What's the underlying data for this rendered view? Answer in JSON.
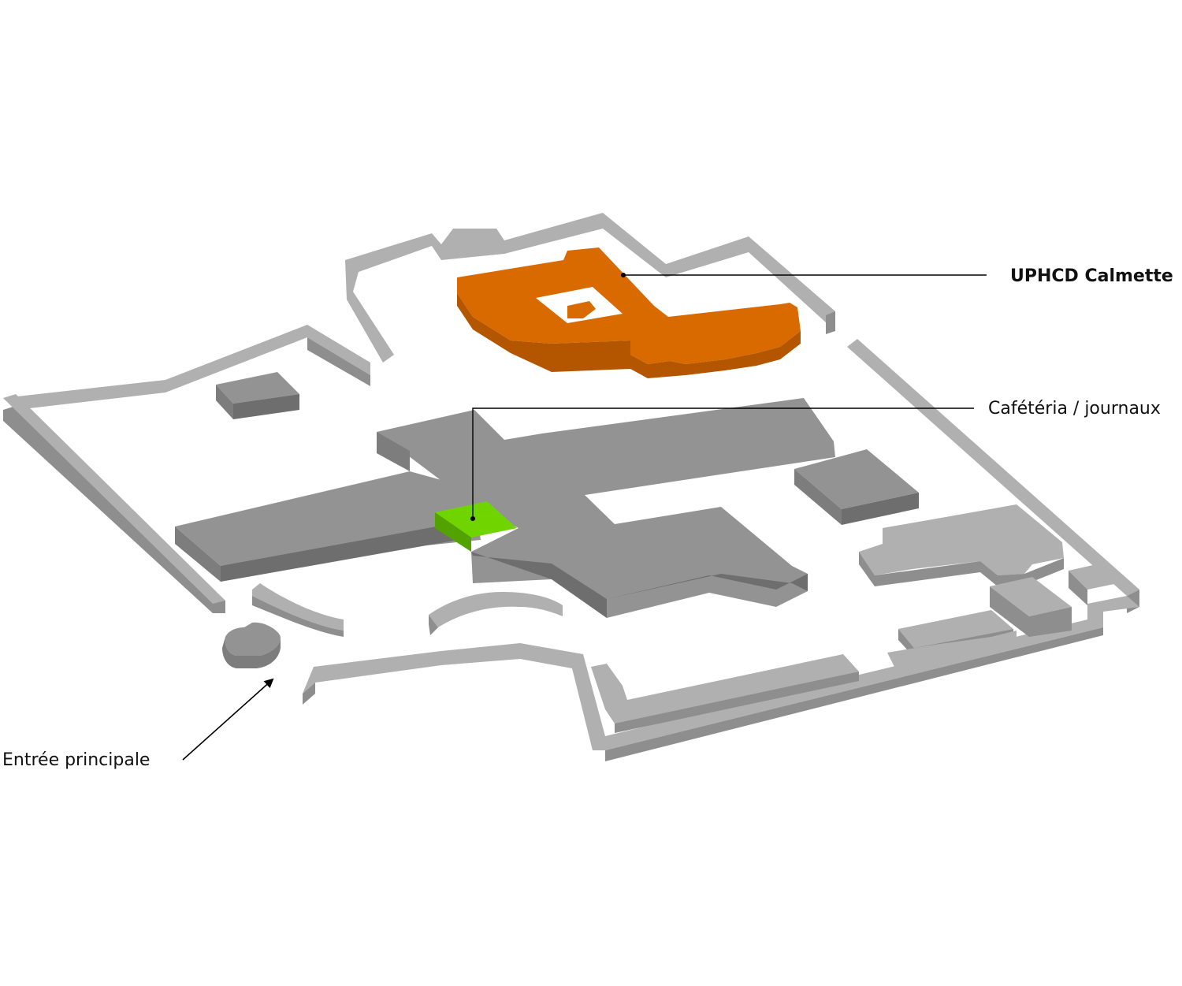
{
  "labels": {
    "uphcd": "UPHCD Calmette",
    "cafeteria": "Cafétéria / journaux",
    "entrance": "Entrée principale"
  },
  "colors": {
    "background": "#ffffff",
    "building_top": "#939393",
    "building_side": "#7d7d7d",
    "building_dark": "#6e6e6e",
    "wall_top": "#b0b0b0",
    "wall_side": "#8e8e8e",
    "highlight_uphcd": "#d96a00",
    "highlight_uphcd_side": "#b45600",
    "highlight_cafeteria": "#6fd400",
    "highlight_cafeteria_side": "#52a300",
    "leader_line": "#000000"
  }
}
